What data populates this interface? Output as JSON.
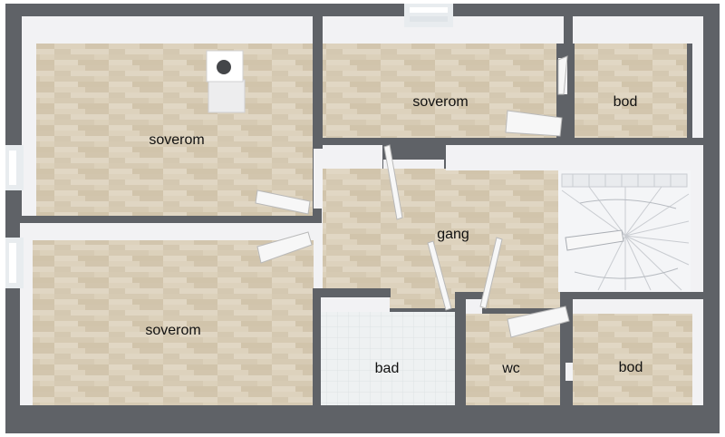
{
  "rooms": {
    "bedroom_top_left": {
      "label": "soverom",
      "floor": "wood"
    },
    "bedroom_top_mid": {
      "label": "soverom",
      "floor": "wood"
    },
    "storage_top_right": {
      "label": "bod",
      "floor": "wood"
    },
    "hallway": {
      "label": "gang",
      "floor": "wood"
    },
    "bedroom_bottom_left": {
      "label": "soverom",
      "floor": "wood"
    },
    "bathroom": {
      "label": "bad",
      "floor": "tile"
    },
    "toilet": {
      "label": "wc",
      "floor": "wood"
    },
    "storage_bottom_right": {
      "label": "bod",
      "floor": "wood"
    },
    "stairwell": {
      "label": "",
      "floor": "stairs"
    }
  },
  "colors": {
    "wall_top": "#5f6267",
    "wall_inner": "#f2f2f4",
    "wood_floor": "#d9cdb6",
    "tile_floor": "#eef1f2",
    "stairs": "#f4f5f7",
    "door": "#f7f7f7",
    "background": "#ffffff"
  }
}
